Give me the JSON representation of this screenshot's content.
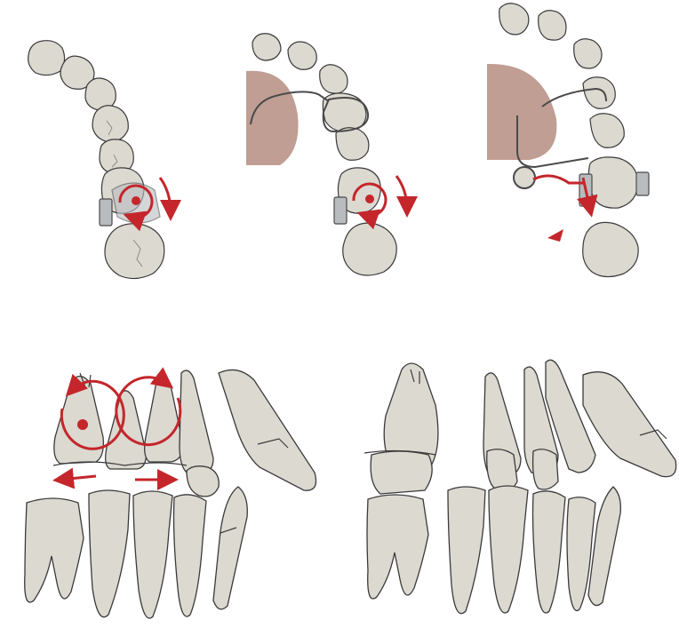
{
  "figure": {
    "palette": {
      "tooth_fill": "#dcd9d1",
      "tooth_stroke": "#3a3a3a",
      "crack": "#7d7a74",
      "palate": "#b58d80",
      "appliance_metal": "#b9bcbf",
      "appliance_stroke": "#4a4a4a",
      "arrow_red": "#c4262b"
    },
    "panels": [
      {
        "id": "arch-bracket-rotation",
        "icon": "rotation-arrow-icon"
      },
      {
        "id": "arch-palatal-wire-rotation",
        "icon": "rotation-arrow-icon"
      },
      {
        "id": "arch-button-elastic",
        "icon": "arrow-icon"
      },
      {
        "id": "lateral-before-correction",
        "icon": "rotation-arrow-icon"
      },
      {
        "id": "lateral-after-correction",
        "icon": ""
      }
    ]
  }
}
